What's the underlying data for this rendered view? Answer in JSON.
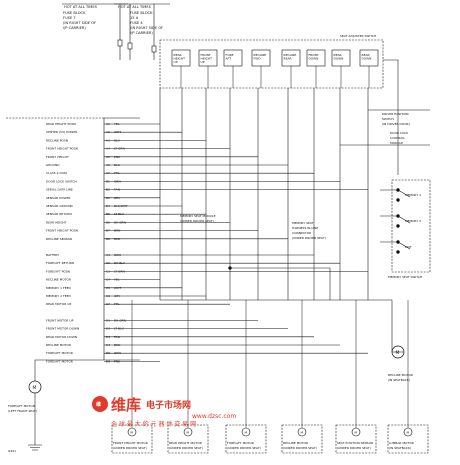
{
  "fuse_block_left": {
    "header": "HOT AT ALL TIMES",
    "lines": [
      "FUSE BLOCK",
      "FUSE 7",
      "(IN RIGHT SIDE OF",
      "I/P CARRIER)"
    ]
  },
  "fuse_block_right": {
    "header": "HOT AT ALL TIMES",
    "lines": [
      "FUSE BLOCK",
      "15 A",
      "FUSE 4",
      "(IN RIGHT SIDE OF",
      "I/P CARRIER)"
    ]
  },
  "switch_assembly": {
    "title": "SEAT ADJUSTER SWITCH",
    "buttons": [
      "REAR HEIGHT UP",
      "FRONT HEIGHT UP",
      "FORE AFT",
      "RECLINE FWD",
      "RECLINE REAR",
      "FRONT DOWN",
      "REAR DOWN",
      "REAR DOWN"
    ]
  },
  "module": {
    "title": "MEMORY SEAT MODULE",
    "subtitle": "(UNDER DRIVER SEAT)",
    "pin_rows": [
      {
        "label": "REAR HEIGHT POSN",
        "wire": "YEL",
        "pin": "A1"
      },
      {
        "label": "CENTER (5V) POWER",
        "wire": "WHT",
        "pin": "A2"
      },
      {
        "label": "RECLINE POSN",
        "wire": "BLU",
        "pin": "A3"
      },
      {
        "label": "FRONT HEIGHT POSN",
        "wire": "LT GRN",
        "pin": "A4"
      },
      {
        "label": "FRONT HEIGHT",
        "wire": "PNK",
        "pin": "A5"
      },
      {
        "label": "GROUND",
        "wire": "BLK",
        "pin": "A6"
      },
      {
        "label": "CLASS 2 DATA",
        "wire": "PPL",
        "pin": "A7"
      },
      {
        "label": "DOOR LOCK SWITCH",
        "wire": "ORN",
        "pin": "B1"
      },
      {
        "label": "SERIAL DATA LINE",
        "wire": "TAN",
        "pin": "B2"
      },
      {
        "label": "SENSOR POWER",
        "wire": "GRY",
        "pin": "B3"
      },
      {
        "label": "SENSOR GROUND",
        "wire": "BLK/WHT",
        "pin": "B4"
      },
      {
        "label": "SENSOR RETURN",
        "wire": "LT BLU",
        "pin": "B5"
      },
      {
        "label": "REAR HEIGHT",
        "wire": "DK GRN",
        "pin": "B6"
      },
      {
        "label": "FRONT HEIGHT POSN",
        "wire": "BRN",
        "pin": "B7"
      },
      {
        "label": "RECLINE SENSOR",
        "wire": "RED",
        "pin": "B8"
      },
      {
        "label": "BATTERY",
        "wire": "ORN",
        "pin": "C1"
      },
      {
        "label": "FORE/AFT RETURN",
        "wire": "DK BLU",
        "pin": "C2"
      },
      {
        "label": "FORE/AFT POSN",
        "wire": "LT GRN",
        "pin": "C3"
      },
      {
        "label": "RECLINE MOTOR",
        "wire": "YEL",
        "pin": "C4"
      },
      {
        "label": "MEMORY 1 FEED",
        "wire": "WHT",
        "pin": "C5"
      },
      {
        "label": "MEMORY 2 FEED",
        "wire": "GRY",
        "pin": "C6"
      },
      {
        "label": "REAR MOTOR UP",
        "wire": "PPL",
        "pin": "C7"
      },
      {
        "label": "FRONT MOTOR UP",
        "wire": "DK GRN",
        "pin": "D1"
      },
      {
        "label": "FRONT MOTOR DOWN",
        "wire": "LT BLU",
        "pin": "D2"
      },
      {
        "label": "REAR MOTOR DOWN",
        "wire": "TAN",
        "pin": "D3"
      },
      {
        "label": "RECLINE MOTOR",
        "wire": "BRN",
        "pin": "D4"
      },
      {
        "label": "FORE/AFT MOTOR",
        "wire": "ORN",
        "pin": "D5"
      },
      {
        "label": "FORE/AFT MOTOR",
        "wire": "PNK",
        "pin": "D6"
      }
    ]
  },
  "connector_note": [
    "MEMORY SEAT",
    "HARNESS IN-LINE",
    "CONNECTOR",
    "(UNDER DRIVER SEAT)"
  ],
  "memory_switch": {
    "title": "MEMORY SEAT SWITCH",
    "items": [
      "MEMORY 1",
      "MEMORY 2",
      "EXIT"
    ]
  },
  "driver_position": [
    "DRIVER POSITION",
    "SWITCH",
    "(IN DRIVER DOOR)"
  ],
  "door_lock_note": [
    "DOOR LOCK",
    "CONTROL",
    "MODULE"
  ],
  "recline_motor": {
    "title": "RECLINE MOTOR",
    "subtitle": "(IN SEATBACK)"
  },
  "front_motor": {
    "title": "FORE/AFT MOTOR",
    "subtitle": "(LEFT FRONT SEAT)"
  },
  "bottom_motors": [
    {
      "title": "FRONT HEIGHT MOTOR",
      "sub": "(UNDER DRIVER SEAT)"
    },
    {
      "title": "REAR HEIGHT MOTOR",
      "sub": "(UNDER DRIVER SEAT)"
    },
    {
      "title": "FORE/AFT MOTOR",
      "sub": "(UNDER DRIVER SEAT)"
    },
    {
      "title": "RECLINE MOTOR",
      "sub": "(UNDER DRIVER SEAT)"
    },
    {
      "title": "SEAT POSITION SENSOR",
      "sub": "(UNDER DRIVER SEAT)"
    },
    {
      "title": "LUMBAR MOTOR",
      "sub": "(IN SEATBACK)"
    }
  ],
  "ground_label": "G201",
  "watermark": {
    "brand": "维库",
    "brand_sub": "电子市场网",
    "url": "www.dzsc.com",
    "slogan": "全 球 最 大 的 元 器 件 交 易 网"
  },
  "colors": {
    "ink": "#111111",
    "watermark": "#e03a2a"
  }
}
